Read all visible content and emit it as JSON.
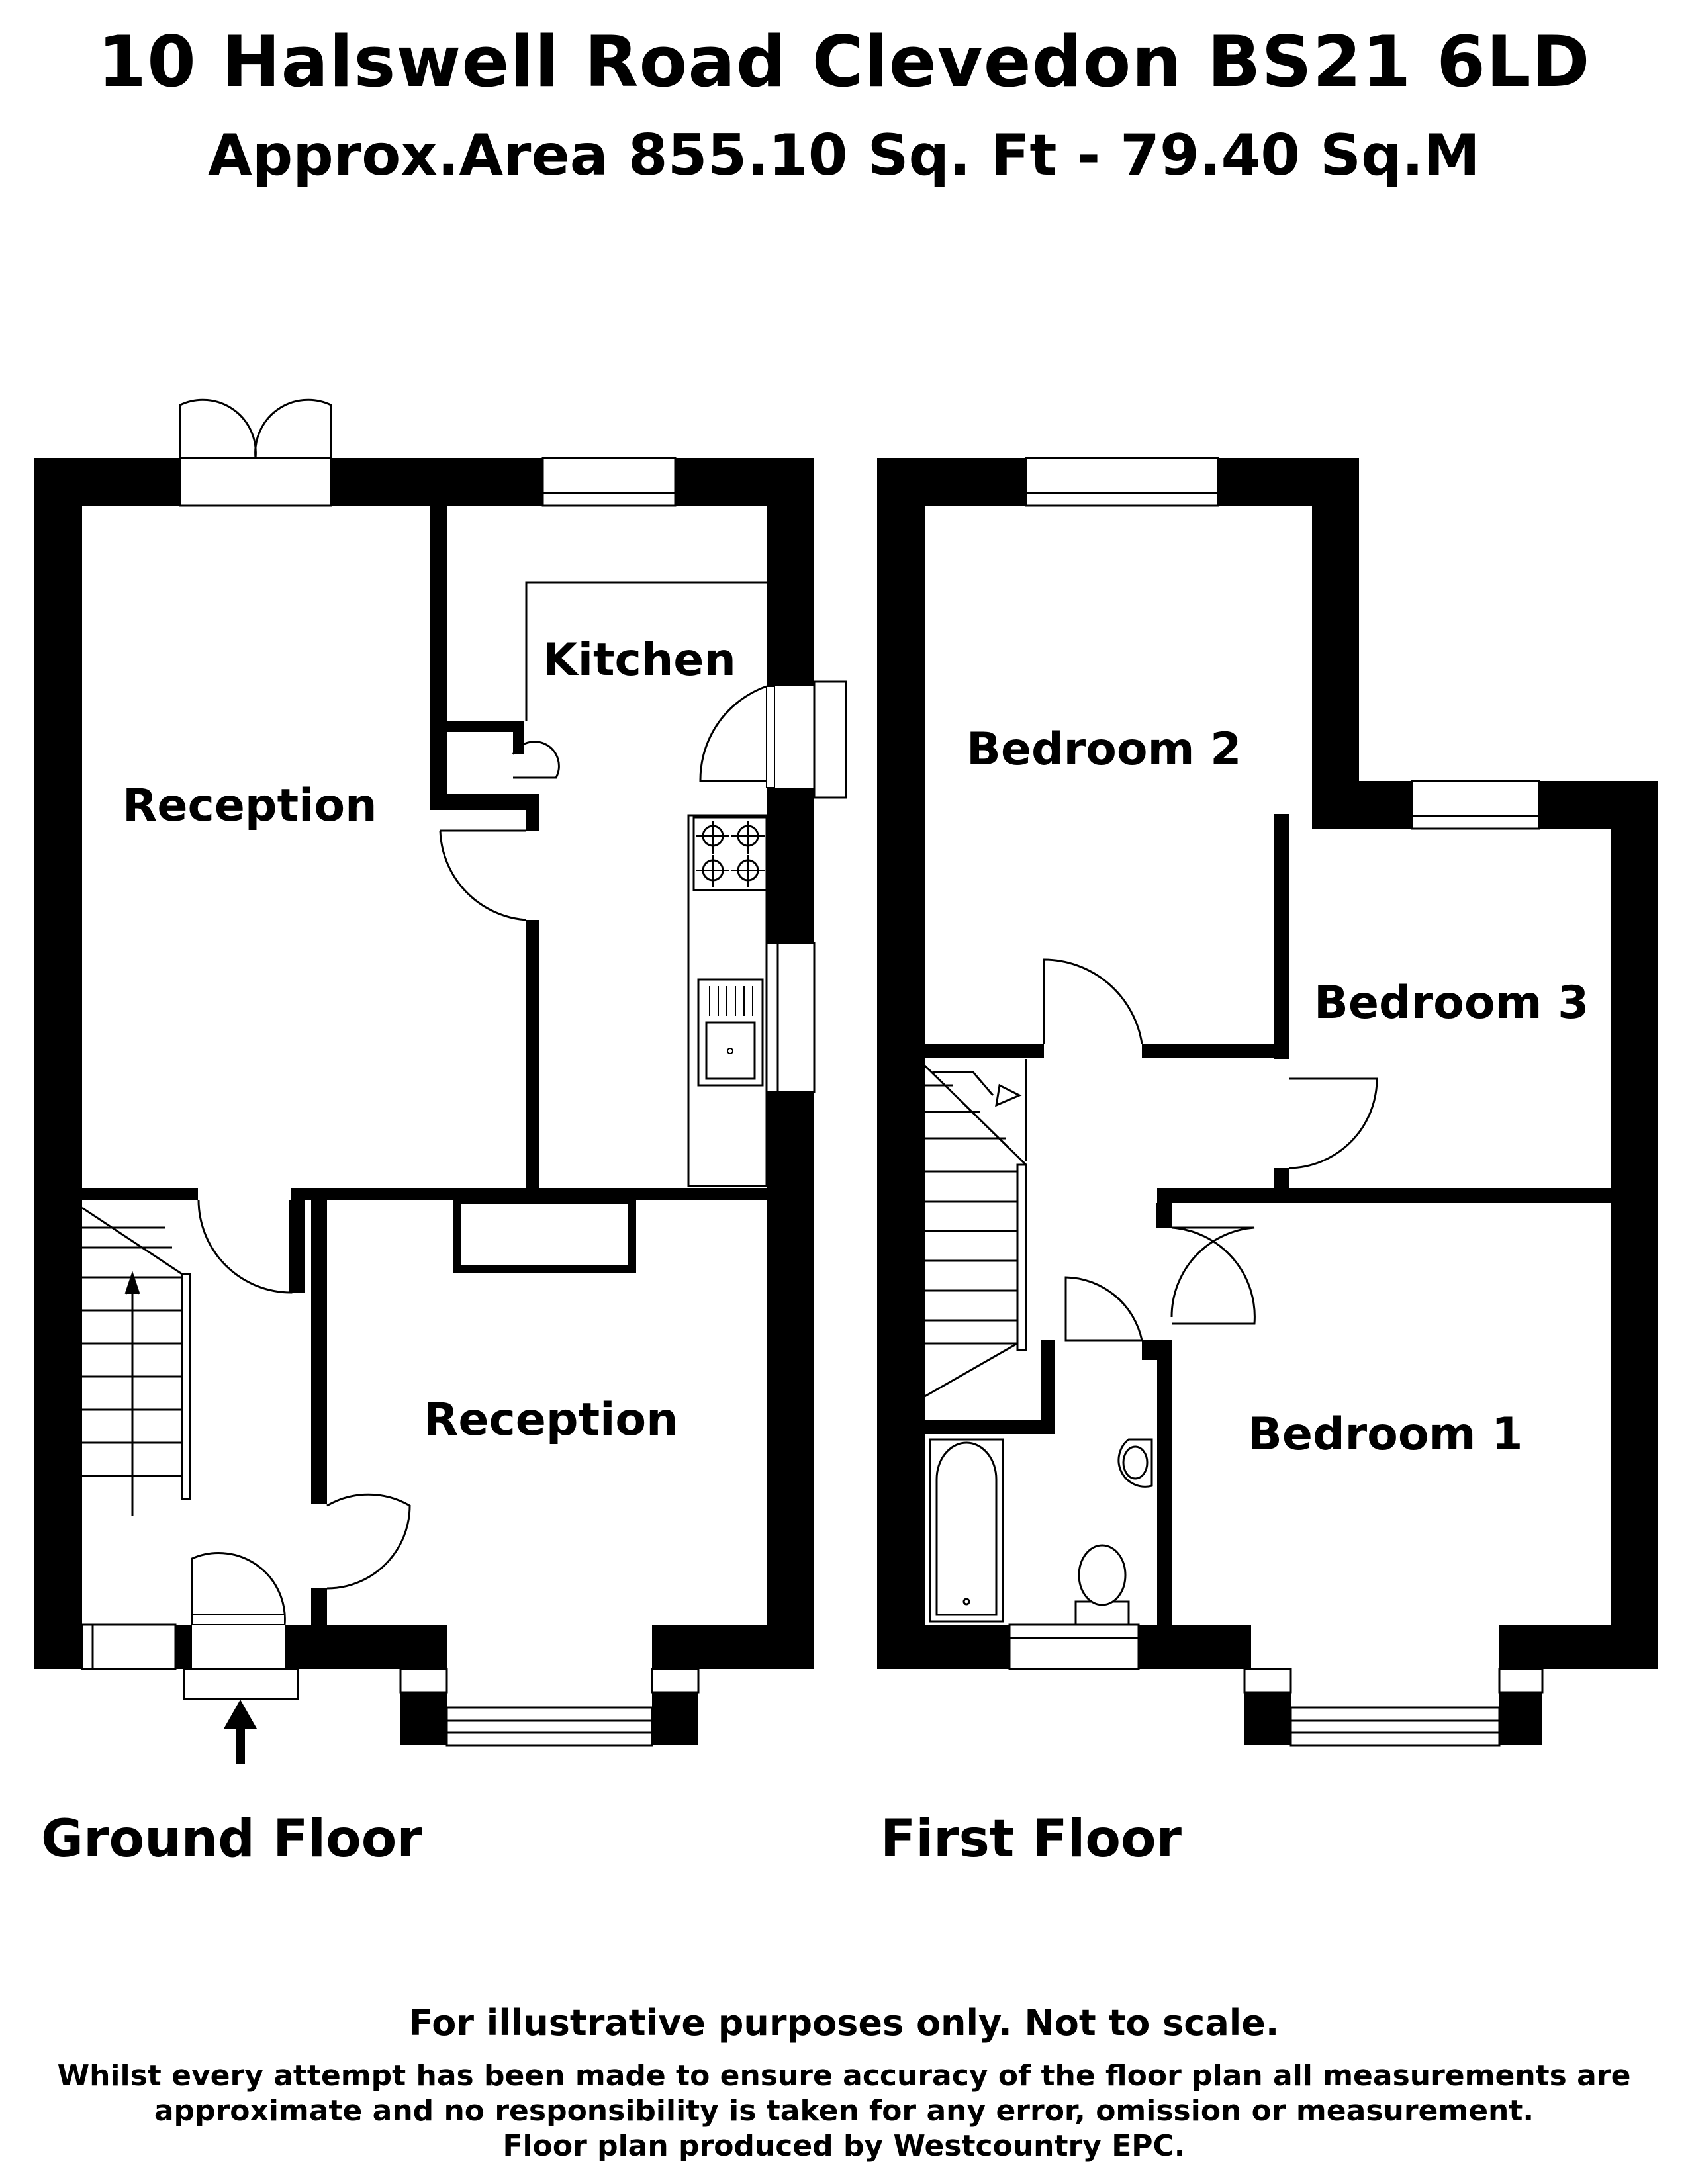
{
  "header": {
    "address": "10 Halswell Road Clevedon BS21 6LD",
    "area": "Approx.Area 855.10 Sq. Ft - 79.40 Sq.M"
  },
  "ground_floor": {
    "label": "Ground Floor",
    "rooms": {
      "reception_rear": "Reception",
      "kitchen": "Kitchen",
      "reception_front": "Reception"
    }
  },
  "first_floor": {
    "label": "First Floor",
    "rooms": {
      "bedroom2": "Bedroom 2",
      "bedroom3": "Bedroom 3",
      "bedroom1": "Bedroom 1"
    }
  },
  "footer": {
    "disclaimer": "For illustrative purposes only. Not to scale.",
    "line1": "Whilst every attempt has been made to ensure accuracy of the floor plan all measurements are",
    "line2": "approximate and no responsibility is taken for any error, omission or measurement.",
    "line3": "Floor plan produced by Westcountry EPC."
  }
}
